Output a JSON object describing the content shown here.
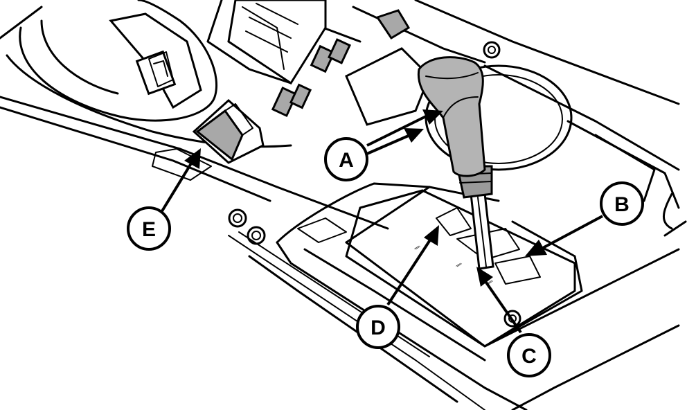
{
  "callouts": {
    "a": "A",
    "b": "B",
    "c": "C",
    "d": "D",
    "e": "E"
  },
  "colors": {
    "line": "#000000",
    "background": "#ffffff",
    "knob": "#b4b4b4"
  }
}
